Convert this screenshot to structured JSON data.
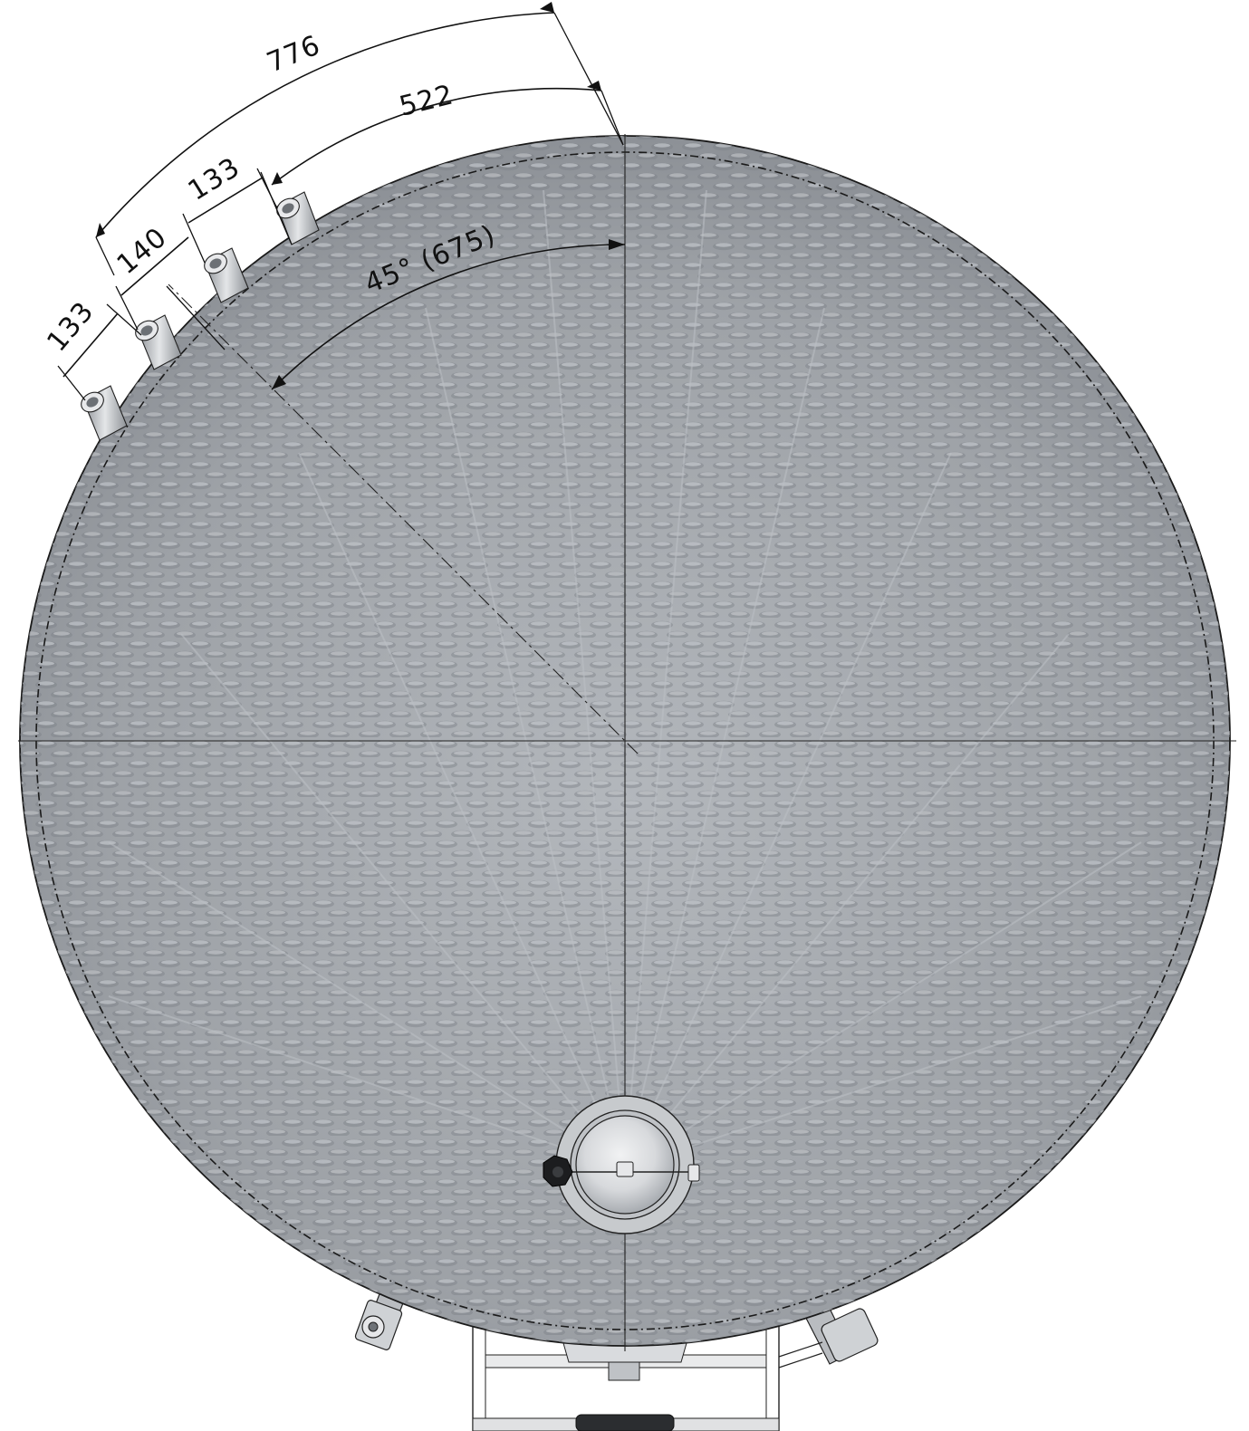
{
  "dimensions": {
    "arc_776": "776",
    "arc_522": "522",
    "seg_133_upper": "133",
    "seg_140": "140",
    "seg_133_lower": "133",
    "angle": "45° (675)"
  },
  "colors": {
    "vessel_fill": "#9da1a6",
    "vessel_dark": "#7b8086",
    "vessel_light": "#c3c7cc",
    "line": "#111111",
    "manhole_fill": "#d6d8db",
    "knob": "#1a1a1a"
  },
  "icons": {
    "pipe_nozzle": "pipe-nozzle-icon",
    "manhole": "manhole-icon",
    "valve": "valve-icon",
    "knob": "knob-icon"
  }
}
